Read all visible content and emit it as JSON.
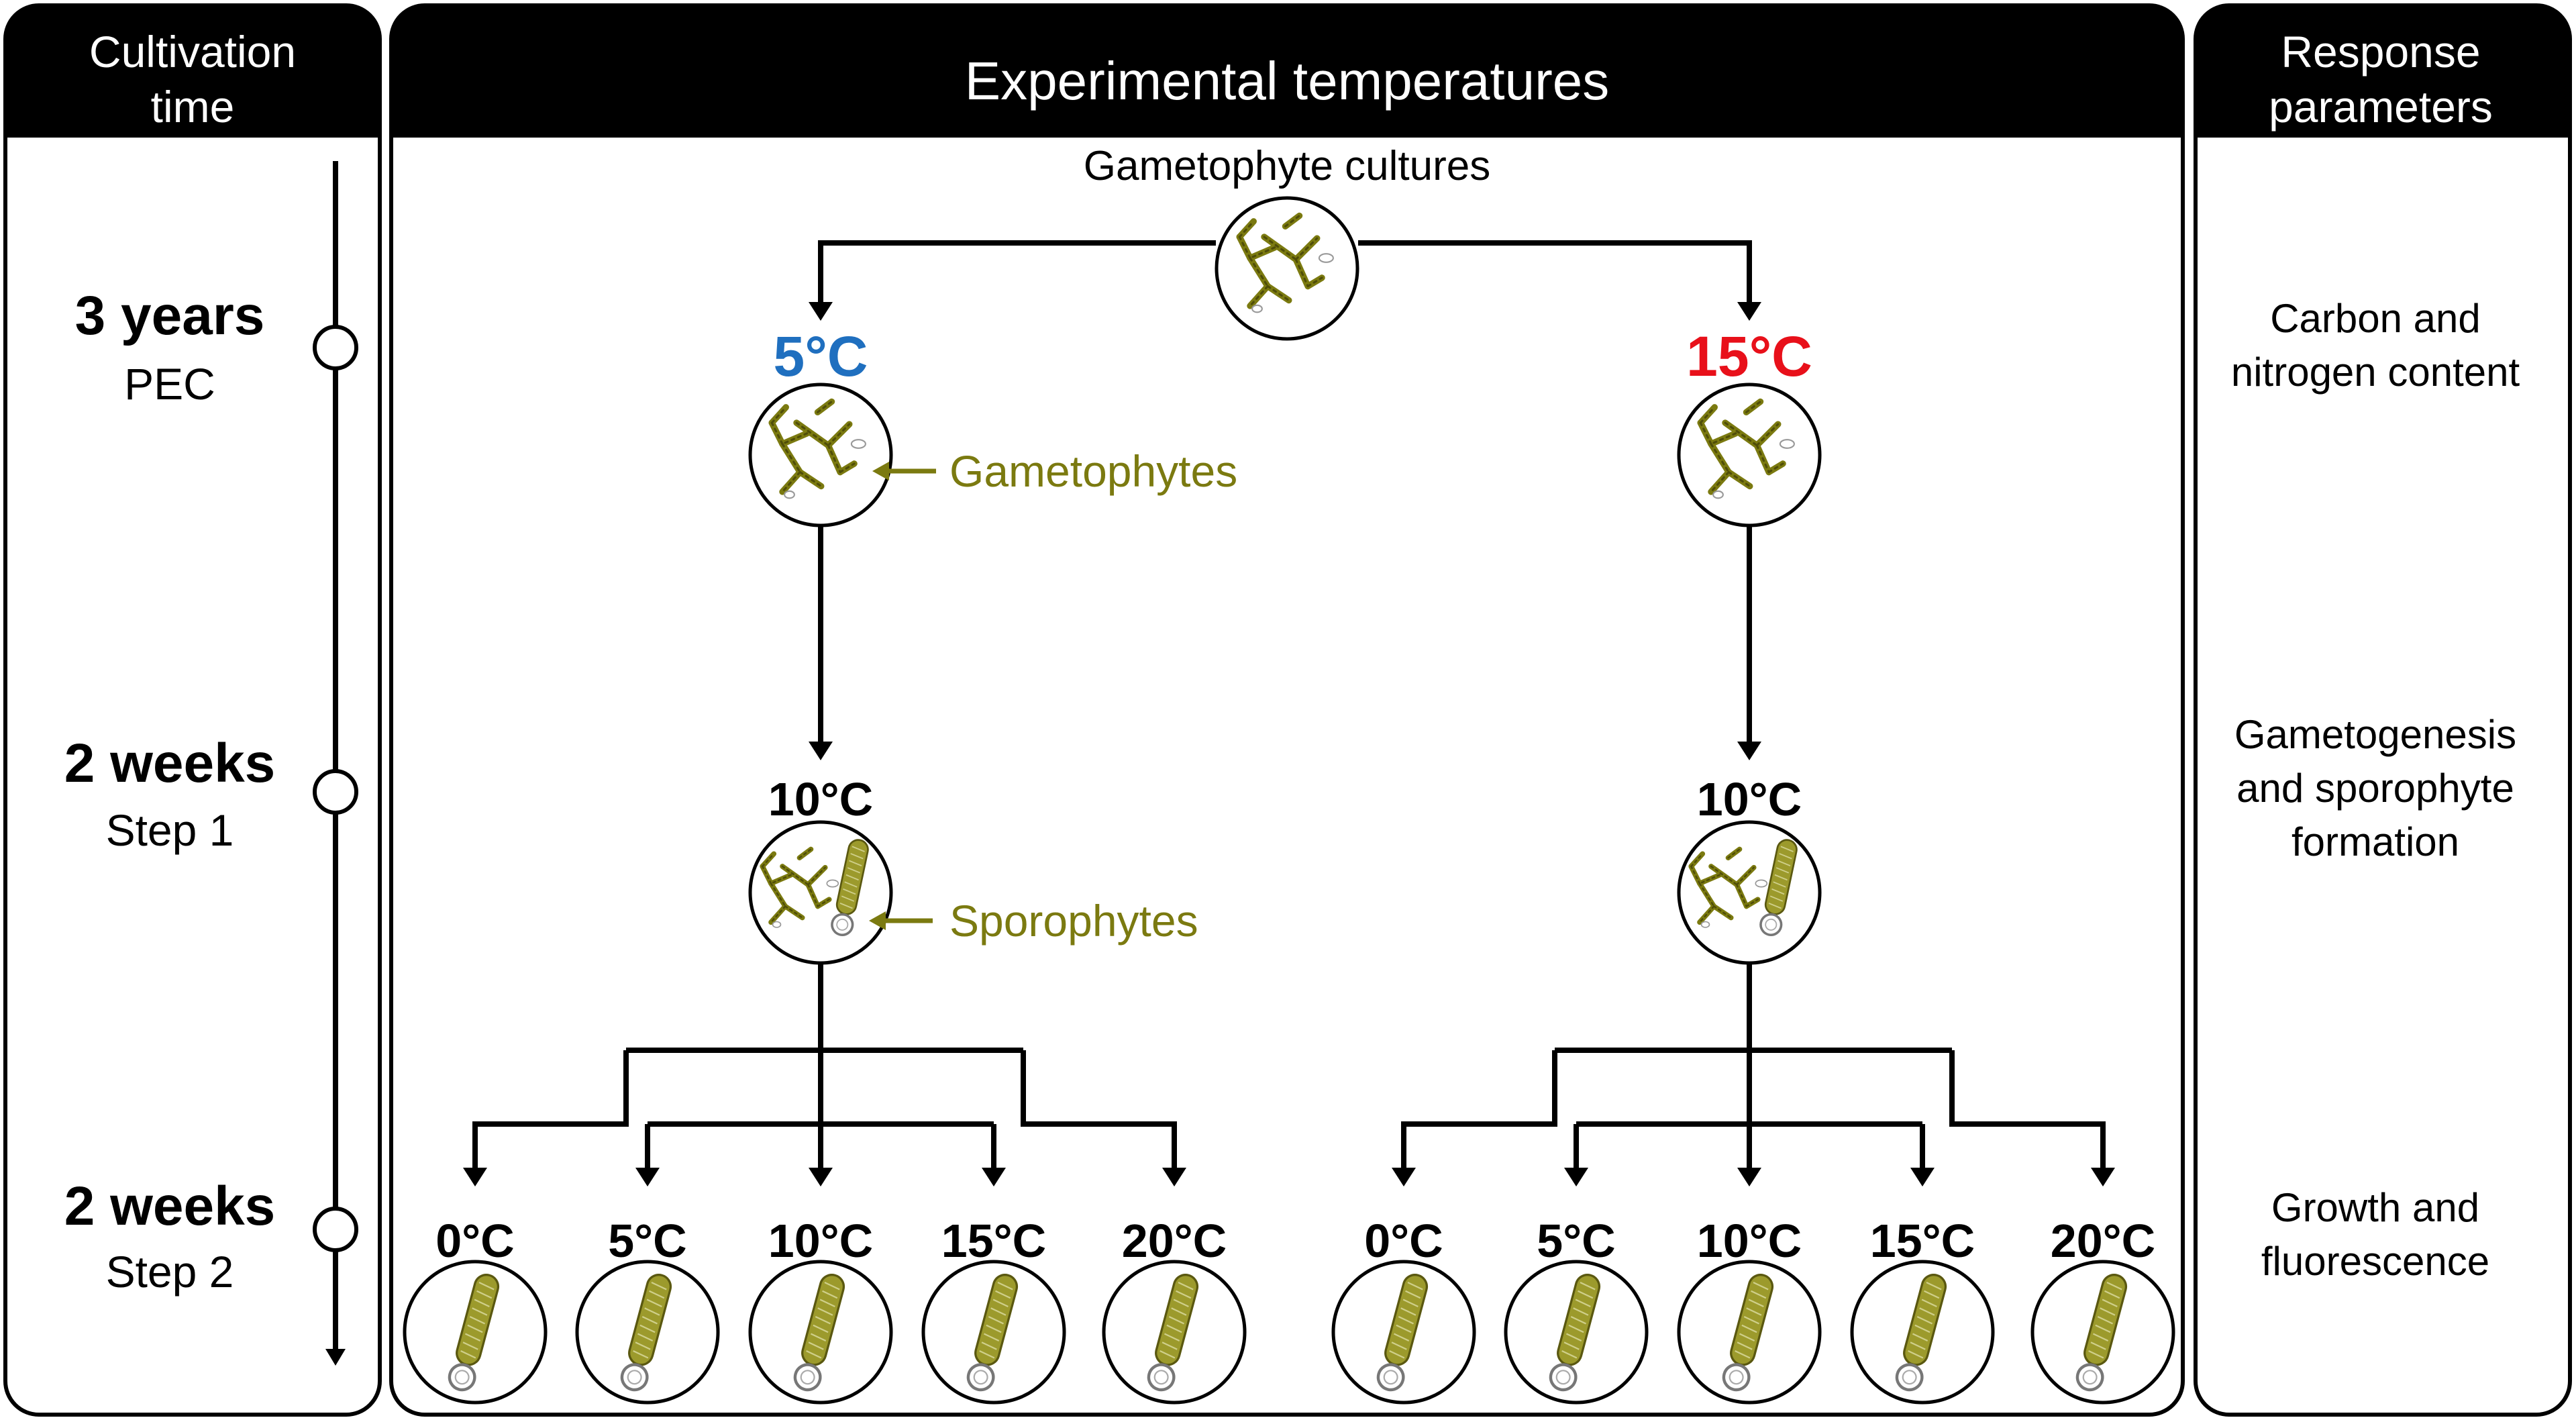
{
  "panels": {
    "left": {
      "header_line1": "Cultivation",
      "header_line2": "time"
    },
    "center": {
      "header": "Experimental temperatures"
    },
    "right": {
      "header_line1": "Response",
      "header_line2": "parameters"
    }
  },
  "timeline": [
    {
      "duration": "3 years",
      "label": "PEC"
    },
    {
      "duration": "2 weeks",
      "label": "Step 1"
    },
    {
      "duration": "2 weeks",
      "label": "Step 2"
    }
  ],
  "responses": [
    {
      "line1": "Carbon and",
      "line2": "nitrogen content"
    },
    {
      "line1": "Gametogenesis",
      "line2": "and sporophyte",
      "line3": "formation"
    },
    {
      "line1": "Growth and",
      "line2": "fluorescence"
    }
  ],
  "source": {
    "label": "Gametophyte cultures"
  },
  "branches": [
    {
      "temp": "5°C",
      "color": "#1f6fbf",
      "step1_temp": "10°C"
    },
    {
      "temp": "15°C",
      "color": "#e8101a",
      "step1_temp": "10°C"
    }
  ],
  "annotations": {
    "gametophytes": "Gametophytes",
    "sporophytes": "Sporophytes"
  },
  "step2_temps": [
    "0°C",
    "5°C",
    "10°C",
    "15°C",
    "20°C"
  ],
  "colors": {
    "olive": "#7b7a10",
    "header": "#000000",
    "sporophyte": "#9c9a2c"
  }
}
